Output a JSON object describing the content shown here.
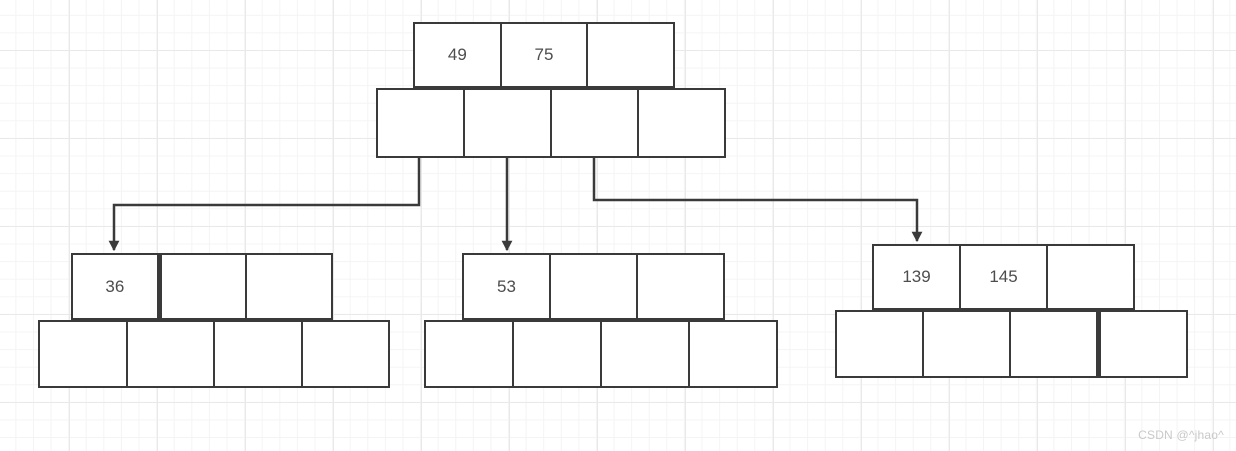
{
  "diagram": {
    "type": "b-tree",
    "nodes": {
      "root": {
        "keys": [
          "49",
          "75",
          ""
        ],
        "slots": [
          "",
          "",
          "",
          ""
        ]
      },
      "child_left": {
        "keys": [
          "36",
          "",
          ""
        ],
        "slots": [
          "",
          "",
          "",
          ""
        ]
      },
      "child_middle": {
        "keys": [
          "53",
          "",
          ""
        ],
        "slots": [
          "",
          "",
          "",
          ""
        ]
      },
      "child_right": {
        "keys": [
          "139",
          "145",
          ""
        ],
        "slots": [
          "",
          "",
          "",
          ""
        ]
      }
    },
    "edges": [
      {
        "from": "root.slot1",
        "to": "child_left"
      },
      {
        "from": "root.slot2",
        "to": "child_middle"
      },
      {
        "from": "root.slot3",
        "to": "child_right"
      }
    ]
  },
  "watermark": {
    "text": "CSDN @^jhao^"
  },
  "colors": {
    "stroke": "#3a3a3a",
    "key_text": "#4d4d4d",
    "grid_minor": "#f4f4f4",
    "grid_major": "#e9e9e9",
    "canvas_bg": "#ffffff",
    "watermark": "#c9c9c9"
  }
}
